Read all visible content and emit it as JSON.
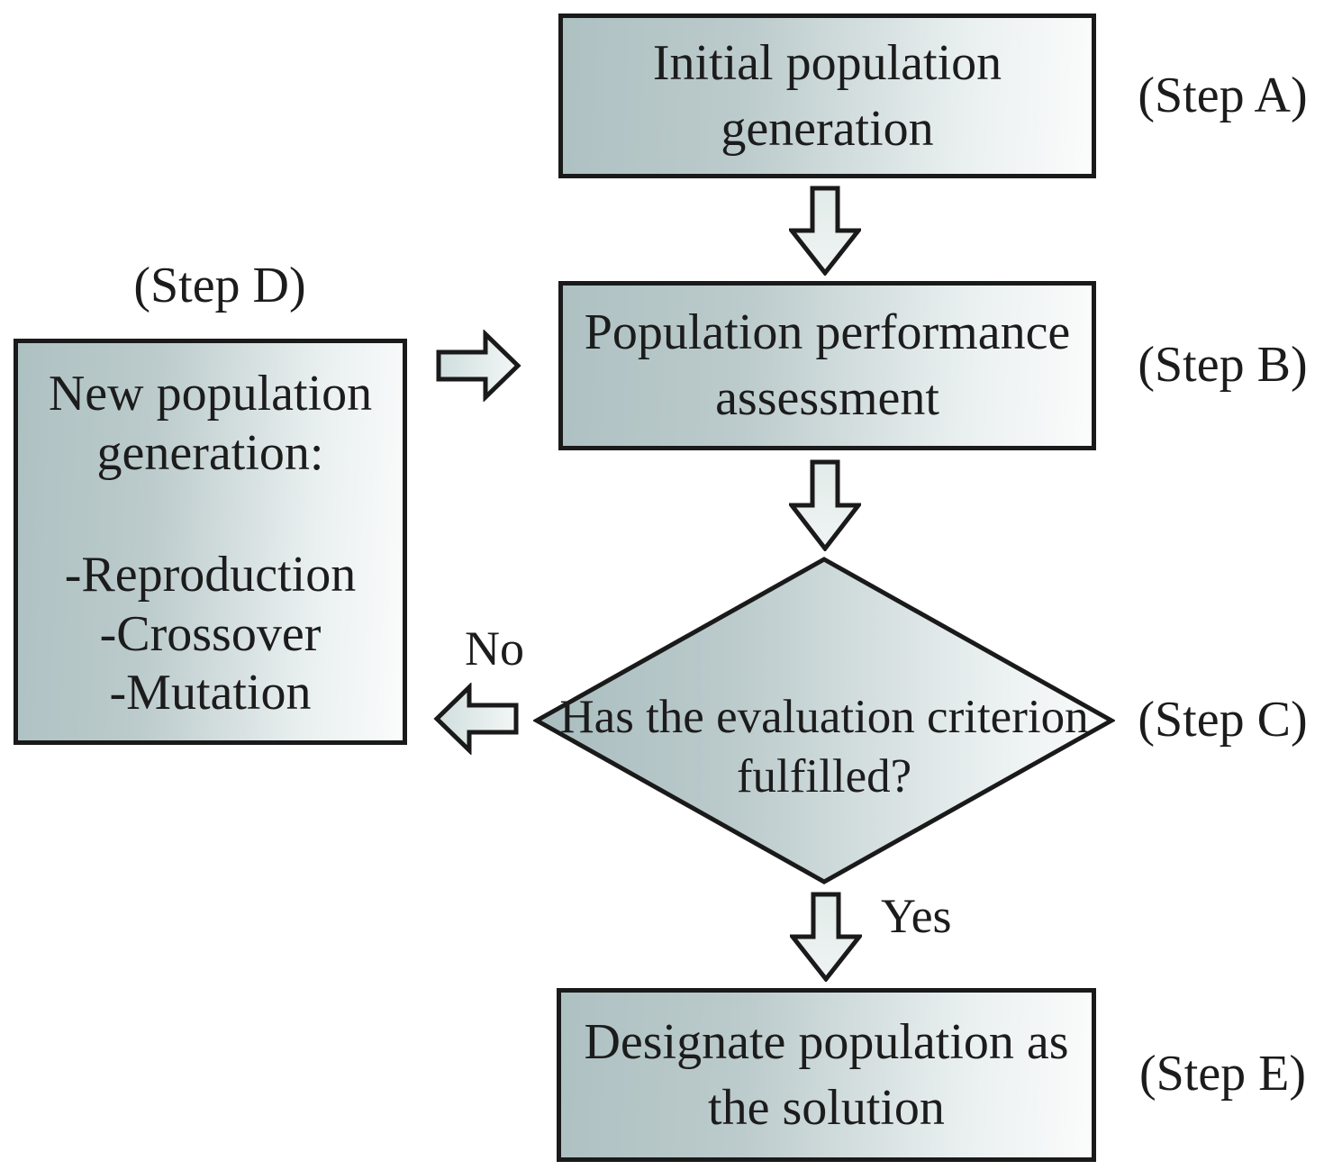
{
  "diagram": {
    "colors": {
      "background": "#ffffff",
      "outline": "#1a1a1a",
      "text": "#1c1c1c",
      "node_fill_dark": "#aec1c2",
      "node_fill_light": "#fbfcfc",
      "arrow_fill_dark": "#cfdedd",
      "arrow_fill_light": "#f3f7f6"
    },
    "nodes": {
      "step_a": {
        "label": "Initial population generation",
        "tag": "(Step A)"
      },
      "step_b": {
        "label": "Population performance assessment",
        "tag": "(Step B)"
      },
      "step_c": {
        "label_line1": "Has the evaluation criterion",
        "label_line2": "fulfilled?",
        "tag": "(Step C)"
      },
      "step_d": {
        "tag": "(Step D)",
        "title": "New population generation:",
        "items": [
          "-Reproduction",
          "-Crossover",
          "-Mutation"
        ]
      },
      "step_e": {
        "label": "Designate population as the solution",
        "tag": "(Step E)"
      }
    },
    "edges": {
      "no_label": "No",
      "yes_label": "Yes"
    }
  }
}
